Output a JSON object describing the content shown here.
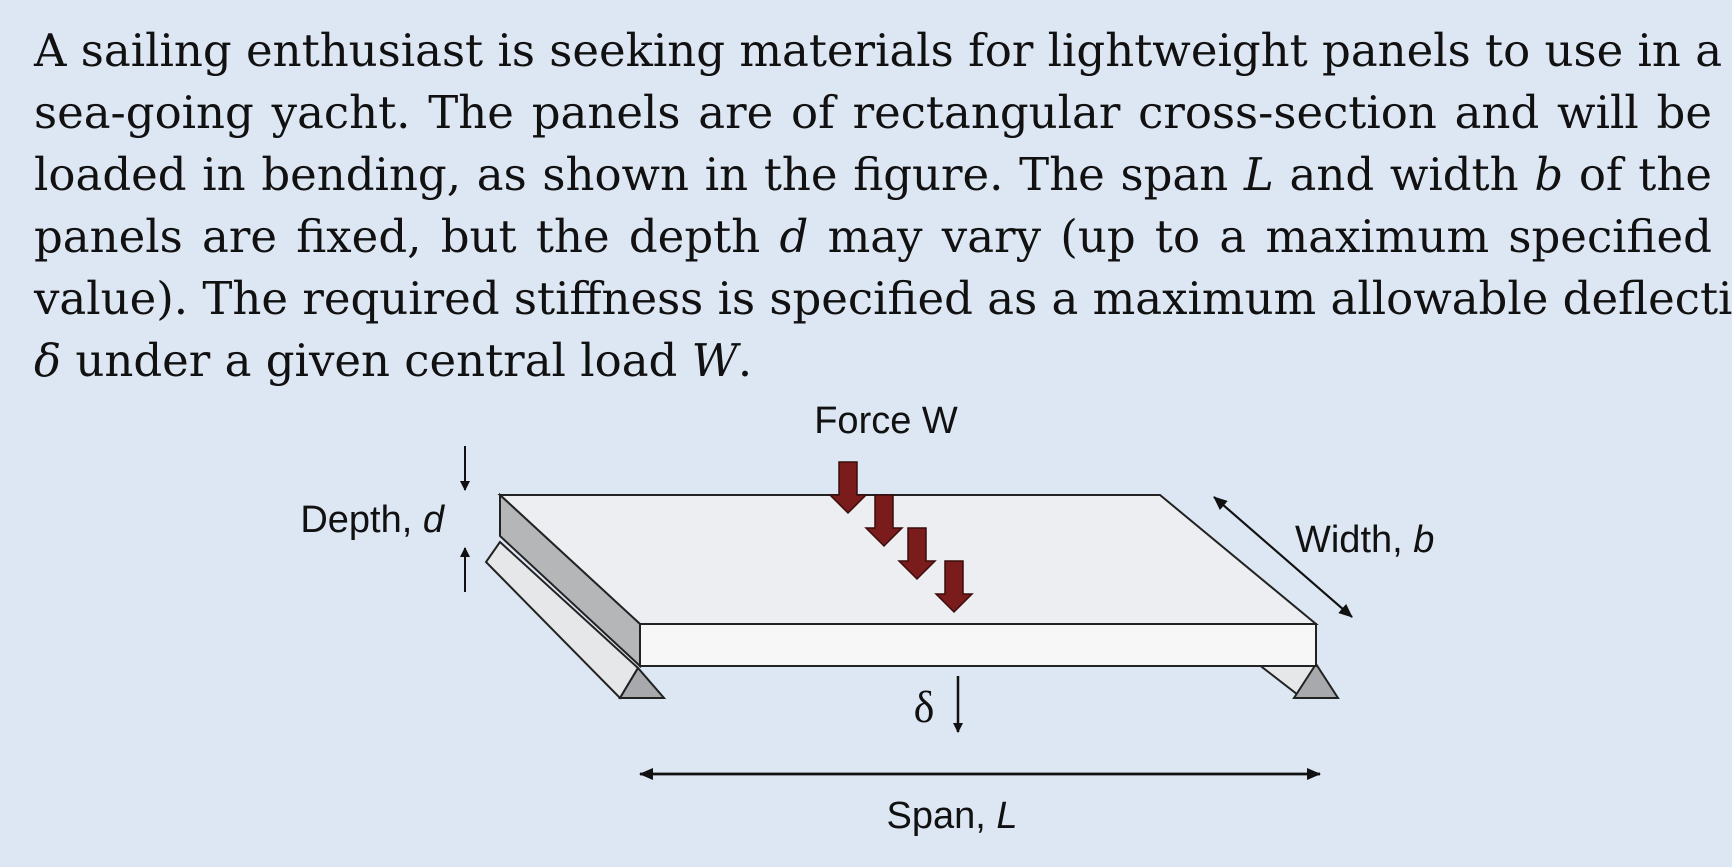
{
  "text": {
    "l1": "A sailing enthusiast is seeking materials for lightweight panels to use in a",
    "l2": "sea-going yacht. The panels are of rectangular cross-section and will be",
    "l3a": "loaded in bending, as shown in the figure. The span ",
    "l3_L": "L",
    "l3b": " and width ",
    "l3_b": "b",
    "l3c": " of the",
    "l4a": "panels are fixed, but the depth ",
    "l4_d": "d",
    "l4b": " may vary (up to a maximum specified",
    "l5": "value). The required stiffness is specified as a maximum allowable deflection",
    "l6_delta": "δ",
    "l6a": " under a given central load ",
    "l6_W": "W",
    "l6b": "."
  },
  "figure": {
    "force_label": "Force W",
    "depth_label": "Depth, ",
    "depth_var": "d",
    "width_label": "Width, ",
    "width_var": "b",
    "deflection_label": "δ",
    "span_label": "Span, ",
    "span_var": "L",
    "colors": {
      "arrow_fill": "#7a1c1c",
      "panel_top": "#eceef1",
      "panel_front": "#f7f7f7",
      "panel_side": "#b5b6b8",
      "support": "#a7a9ac",
      "background": "#dde6f3"
    }
  }
}
